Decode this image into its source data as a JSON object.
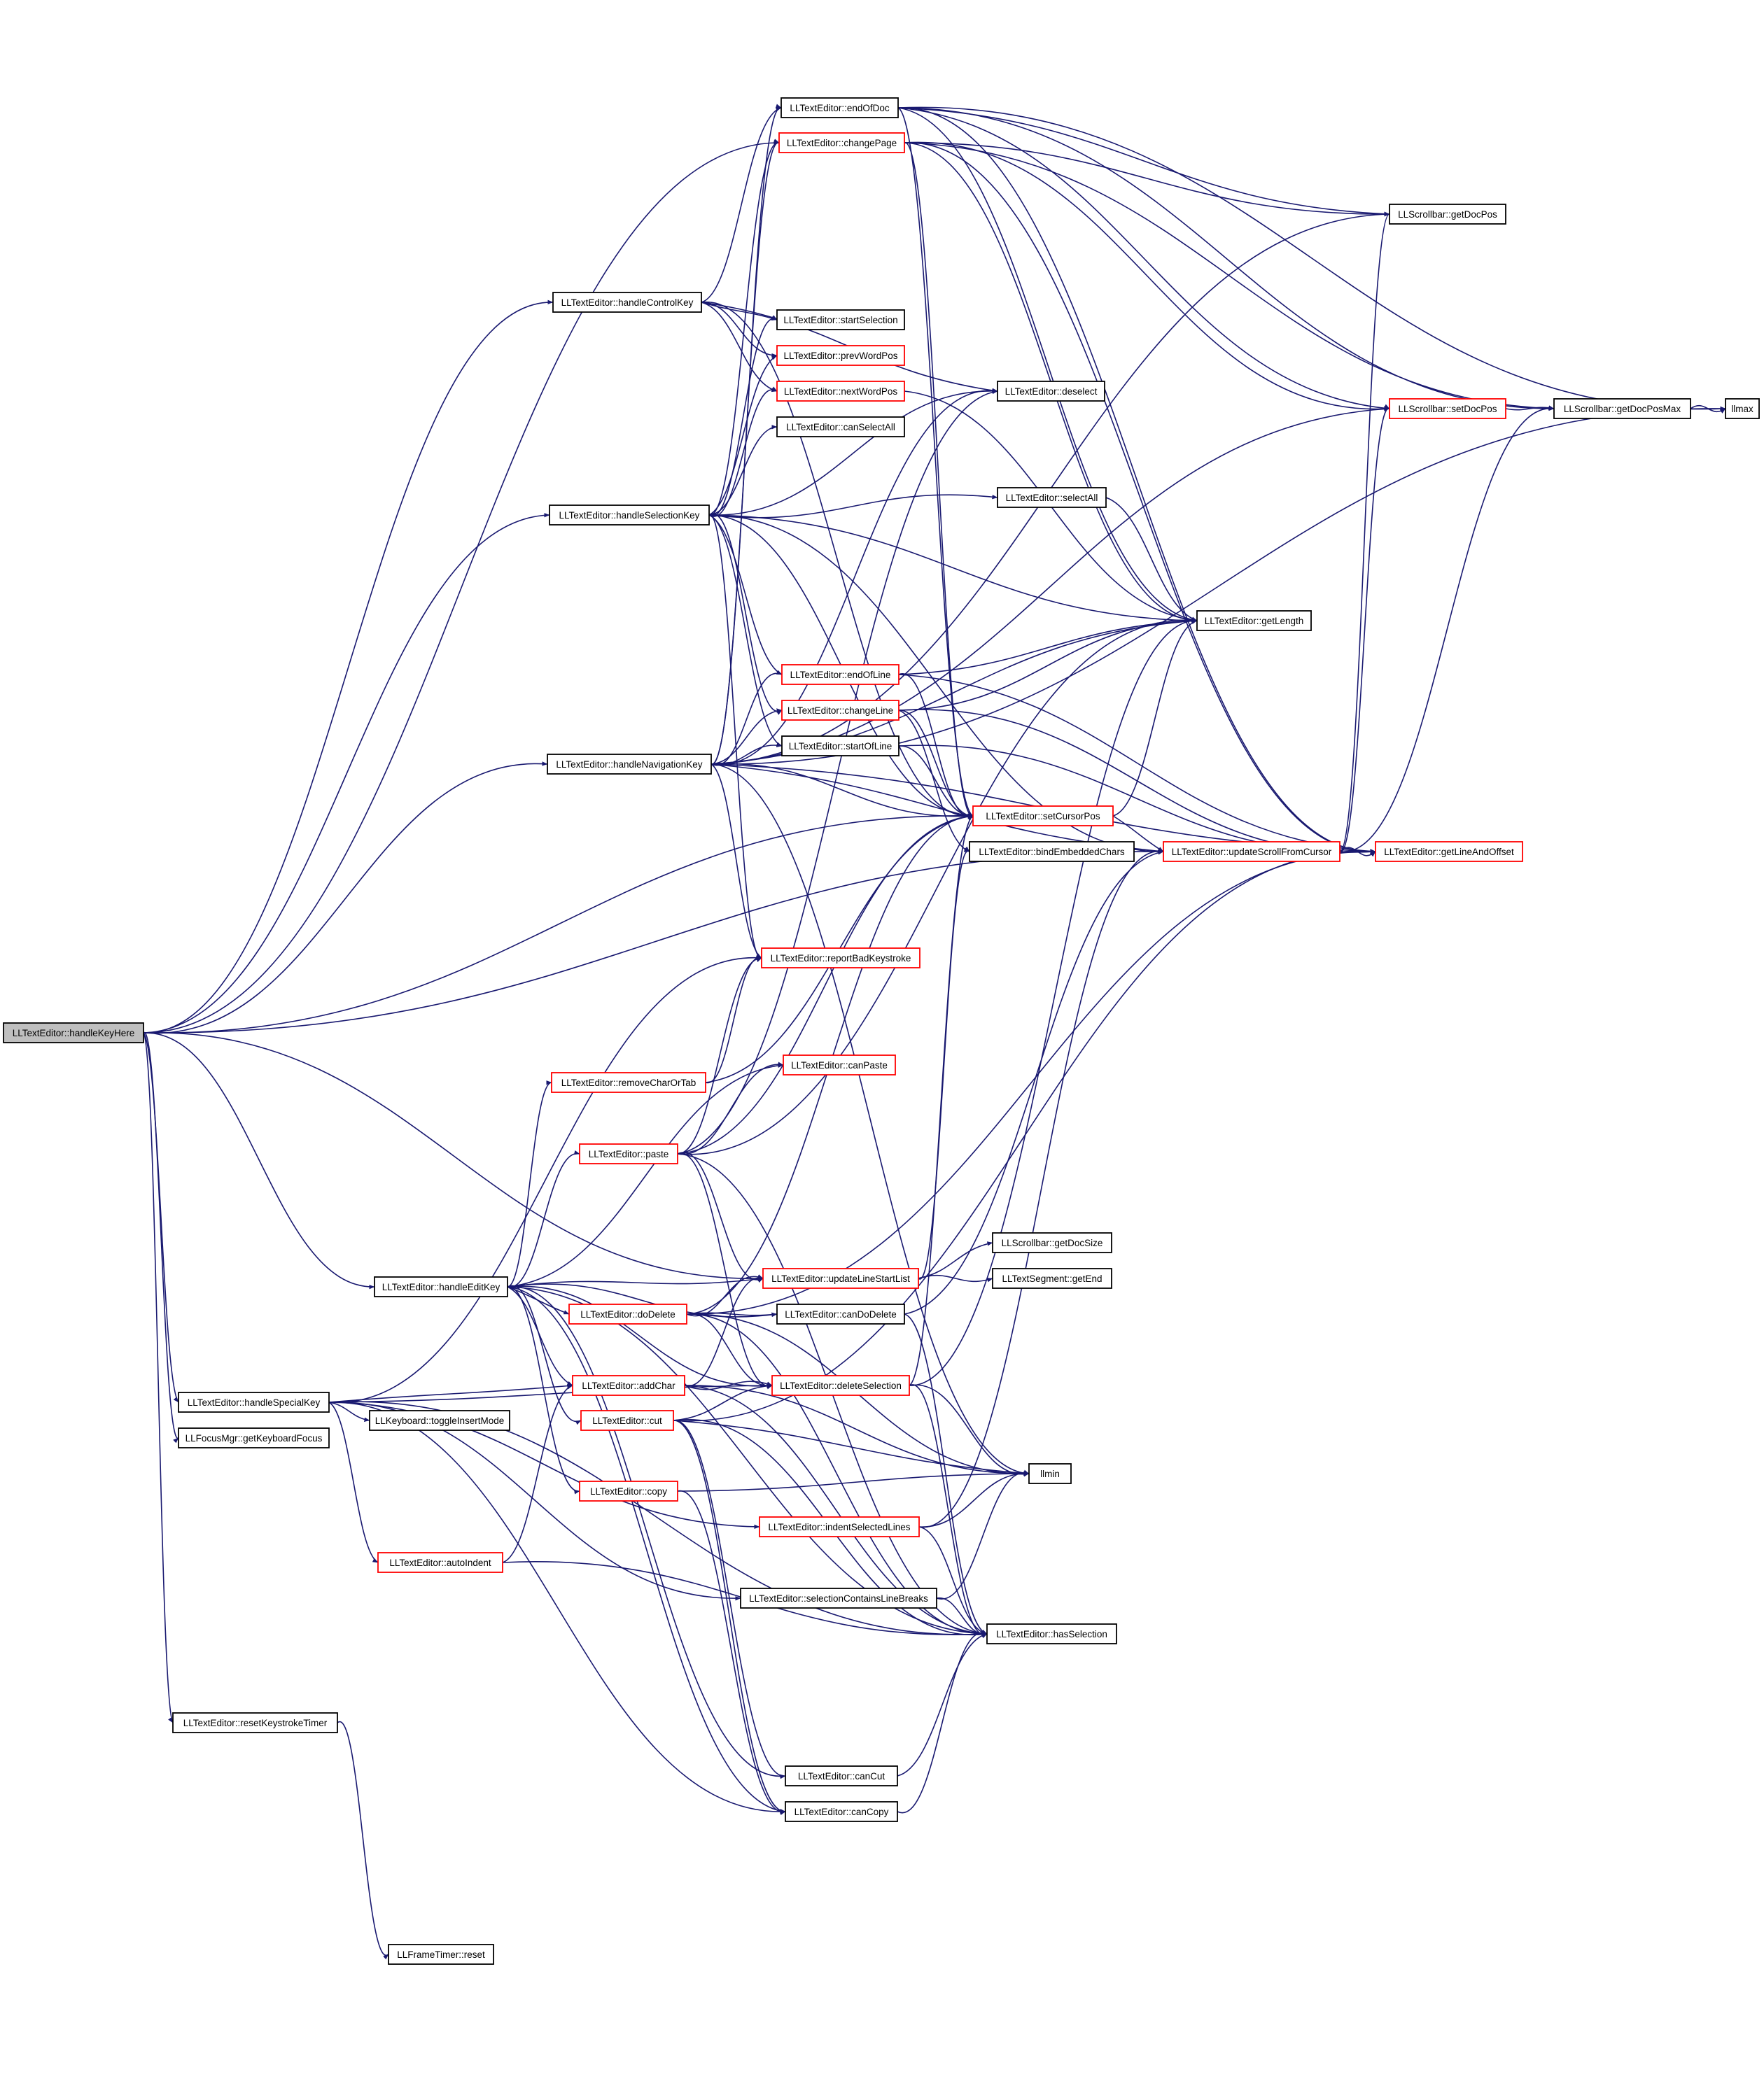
{
  "colors": {
    "edge": "#191970",
    "node_border_default": "#000000",
    "node_border_truncated": "#ff0000",
    "node_fill_default": "#ffffff",
    "node_fill_root": "#bfbfbf"
  },
  "nodes": [
    {
      "id": "handleKeyHere",
      "label": "LLTextEditor::handleKeyHere",
      "style": "root"
    },
    {
      "id": "endOfDoc",
      "label": "LLTextEditor::endOfDoc",
      "style": "normal"
    },
    {
      "id": "changePage",
      "label": "LLTextEditor::changePage",
      "style": "truncated"
    },
    {
      "id": "sbGetDocPos",
      "label": "LLScrollbar::getDocPos",
      "style": "normal"
    },
    {
      "id": "handleControlKey",
      "label": "LLTextEditor::handleControlKey",
      "style": "normal"
    },
    {
      "id": "startSelection",
      "label": "LLTextEditor::startSelection",
      "style": "normal"
    },
    {
      "id": "prevWordPos",
      "label": "LLTextEditor::prevWordPos",
      "style": "truncated"
    },
    {
      "id": "nextWordPos",
      "label": "LLTextEditor::nextWordPos",
      "style": "truncated"
    },
    {
      "id": "deselect",
      "label": "LLTextEditor::deselect",
      "style": "normal"
    },
    {
      "id": "sbSetDocPos",
      "label": "LLScrollbar::setDocPos",
      "style": "truncated"
    },
    {
      "id": "sbGetDocPosMax",
      "label": "LLScrollbar::getDocPosMax",
      "style": "normal"
    },
    {
      "id": "llmax",
      "label": "llmax",
      "style": "normal"
    },
    {
      "id": "canSelectAll",
      "label": "LLTextEditor::canSelectAll",
      "style": "normal"
    },
    {
      "id": "handleSelectionKey",
      "label": "LLTextEditor::handleSelectionKey",
      "style": "normal"
    },
    {
      "id": "selectAll",
      "label": "LLTextEditor::selectAll",
      "style": "normal"
    },
    {
      "id": "getLength",
      "label": "LLTextEditor::getLength",
      "style": "normal"
    },
    {
      "id": "endOfLine",
      "label": "LLTextEditor::endOfLine",
      "style": "truncated"
    },
    {
      "id": "changeLine",
      "label": "LLTextEditor::changeLine",
      "style": "truncated"
    },
    {
      "id": "startOfLine",
      "label": "LLTextEditor::startOfLine",
      "style": "normal"
    },
    {
      "id": "handleNavigationKey",
      "label": "LLTextEditor::handleNavigationKey",
      "style": "normal"
    },
    {
      "id": "setCursorPos",
      "label": "LLTextEditor::setCursorPos",
      "style": "truncated"
    },
    {
      "id": "bindEmbeddedChars",
      "label": "LLTextEditor::bindEmbeddedChars",
      "style": "normal"
    },
    {
      "id": "updateScrollFromCursor",
      "label": "LLTextEditor::updateScrollFromCursor",
      "style": "truncated"
    },
    {
      "id": "getLineAndOffset",
      "label": "LLTextEditor::getLineAndOffset",
      "style": "truncated"
    },
    {
      "id": "reportBadKeystroke",
      "label": "LLTextEditor::reportBadKeystroke",
      "style": "truncated"
    },
    {
      "id": "removeCharOrTab",
      "label": "LLTextEditor::removeCharOrTab",
      "style": "truncated"
    },
    {
      "id": "canPaste",
      "label": "LLTextEditor::canPaste",
      "style": "truncated"
    },
    {
      "id": "paste",
      "label": "LLTextEditor::paste",
      "style": "truncated"
    },
    {
      "id": "sbGetDocSize",
      "label": "LLScrollbar::getDocSize",
      "style": "normal"
    },
    {
      "id": "updateLineStartList",
      "label": "LLTextEditor::updateLineStartList",
      "style": "truncated"
    },
    {
      "id": "tsGetEnd",
      "label": "LLTextSegment::getEnd",
      "style": "normal"
    },
    {
      "id": "handleEditKey",
      "label": "LLTextEditor::handleEditKey",
      "style": "normal"
    },
    {
      "id": "doDelete",
      "label": "LLTextEditor::doDelete",
      "style": "truncated"
    },
    {
      "id": "canDoDelete",
      "label": "LLTextEditor::canDoDelete",
      "style": "normal"
    },
    {
      "id": "addChar",
      "label": "LLTextEditor::addChar",
      "style": "truncated"
    },
    {
      "id": "deleteSelection",
      "label": "LLTextEditor::deleteSelection",
      "style": "truncated"
    },
    {
      "id": "handleSpecialKey",
      "label": "LLTextEditor::handleSpecialKey",
      "style": "normal"
    },
    {
      "id": "cut",
      "label": "LLTextEditor::cut",
      "style": "truncated"
    },
    {
      "id": "toggleInsertMode",
      "label": "LLKeyboard::toggleInsertMode",
      "style": "normal"
    },
    {
      "id": "getKeyboardFocus",
      "label": "LLFocusMgr::getKeyboardFocus",
      "style": "normal"
    },
    {
      "id": "llmin",
      "label": "llmin",
      "style": "normal"
    },
    {
      "id": "copy",
      "label": "LLTextEditor::copy",
      "style": "truncated"
    },
    {
      "id": "indentSelectedLines",
      "label": "LLTextEditor::indentSelectedLines",
      "style": "truncated"
    },
    {
      "id": "autoIndent",
      "label": "LLTextEditor::autoIndent",
      "style": "truncated"
    },
    {
      "id": "selectionContainsLineBreaks",
      "label": "LLTextEditor::selectionContainsLineBreaks",
      "style": "normal"
    },
    {
      "id": "hasSelection",
      "label": "LLTextEditor::hasSelection",
      "style": "normal"
    },
    {
      "id": "resetKeystrokeTimer",
      "label": "LLTextEditor::resetKeystrokeTimer",
      "style": "normal"
    },
    {
      "id": "canCut",
      "label": "LLTextEditor::canCut",
      "style": "normal"
    },
    {
      "id": "canCopy",
      "label": "LLTextEditor::canCopy",
      "style": "normal"
    },
    {
      "id": "frameTimerReset",
      "label": "LLFrameTimer::reset",
      "style": "normal"
    }
  ],
  "edges": [
    [
      "handleKeyHere",
      "handleControlKey"
    ],
    [
      "handleKeyHere",
      "handleSelectionKey"
    ],
    [
      "handleKeyHere",
      "handleNavigationKey"
    ],
    [
      "handleKeyHere",
      "handleEditKey"
    ],
    [
      "handleKeyHere",
      "handleSpecialKey"
    ],
    [
      "handleKeyHere",
      "getKeyboardFocus"
    ],
    [
      "handleKeyHere",
      "resetKeystrokeTimer"
    ],
    [
      "handleKeyHere",
      "updateScrollFromCursor"
    ],
    [
      "handleKeyHere",
      "updateLineStartList"
    ],
    [
      "handleKeyHere",
      "setCursorPos"
    ],
    [
      "handleKeyHere",
      "changePage"
    ],
    [
      "endOfDoc",
      "sbGetDocPos"
    ],
    [
      "endOfDoc",
      "getLength"
    ],
    [
      "endOfDoc",
      "setCursorPos"
    ],
    [
      "endOfDoc",
      "getLineAndOffset"
    ],
    [
      "endOfDoc",
      "sbSetDocPos"
    ],
    [
      "endOfDoc",
      "sbGetDocPosMax"
    ],
    [
      "endOfDoc",
      "llmax"
    ],
    [
      "changePage",
      "sbGetDocPos"
    ],
    [
      "changePage",
      "sbSetDocPos"
    ],
    [
      "changePage",
      "sbGetDocPosMax"
    ],
    [
      "changePage",
      "setCursorPos"
    ],
    [
      "changePage",
      "getLength"
    ],
    [
      "changePage",
      "getLineAndOffset"
    ],
    [
      "handleControlKey",
      "startSelection"
    ],
    [
      "handleControlKey",
      "prevWordPos"
    ],
    [
      "handleControlKey",
      "nextWordPos"
    ],
    [
      "handleControlKey",
      "deselect"
    ],
    [
      "handleControlKey",
      "endOfDoc"
    ],
    [
      "handleControlKey",
      "setCursorPos"
    ],
    [
      "nextWordPos",
      "getLength"
    ],
    [
      "handleSelectionKey",
      "startSelection"
    ],
    [
      "handleSelectionKey",
      "prevWordPos"
    ],
    [
      "handleSelectionKey",
      "nextWordPos"
    ],
    [
      "handleSelectionKey",
      "canSelectAll"
    ],
    [
      "handleSelectionKey",
      "selectAll"
    ],
    [
      "handleSelectionKey",
      "getLength"
    ],
    [
      "handleSelectionKey",
      "endOfLine"
    ],
    [
      "handleSelectionKey",
      "changeLine"
    ],
    [
      "handleSelectionKey",
      "startOfLine"
    ],
    [
      "handleSelectionKey",
      "changePage"
    ],
    [
      "handleSelectionKey",
      "setCursorPos"
    ],
    [
      "handleSelectionKey",
      "reportBadKeystroke"
    ],
    [
      "handleSelectionKey",
      "updateScrollFromCursor"
    ],
    [
      "handleSelectionKey",
      "deselect"
    ],
    [
      "selectAll",
      "getLength"
    ],
    [
      "endOfLine",
      "getLength"
    ],
    [
      "endOfLine",
      "setCursorPos"
    ],
    [
      "endOfLine",
      "getLineAndOffset"
    ],
    [
      "changeLine",
      "getLength"
    ],
    [
      "changeLine",
      "setCursorPos"
    ],
    [
      "changeLine",
      "bindEmbeddedChars"
    ],
    [
      "changeLine",
      "getLineAndOffset"
    ],
    [
      "startOfLine",
      "setCursorPos"
    ],
    [
      "startOfLine",
      "getLineAndOffset"
    ],
    [
      "handleNavigationKey",
      "endOfLine"
    ],
    [
      "handleNavigationKey",
      "changeLine"
    ],
    [
      "handleNavigationKey",
      "startOfLine"
    ],
    [
      "handleNavigationKey",
      "setCursorPos"
    ],
    [
      "handleNavigationKey",
      "getLength"
    ],
    [
      "handleNavigationKey",
      "changePage"
    ],
    [
      "handleNavigationKey",
      "endOfDoc"
    ],
    [
      "handleNavigationKey",
      "deselect"
    ],
    [
      "handleNavigationKey",
      "reportBadKeystroke"
    ],
    [
      "handleNavigationKey",
      "updateScrollFromCursor"
    ],
    [
      "handleNavigationKey",
      "getLineAndOffset"
    ],
    [
      "handleNavigationKey",
      "llmax"
    ],
    [
      "handleNavigationKey",
      "sbGetDocPos"
    ],
    [
      "handleNavigationKey",
      "sbSetDocPos"
    ],
    [
      "handleNavigationKey",
      "llmin"
    ],
    [
      "setCursorPos",
      "getLength"
    ],
    [
      "setCursorPos",
      "updateScrollFromCursor"
    ],
    [
      "updateScrollFromCursor",
      "getLineAndOffset"
    ],
    [
      "updateScrollFromCursor",
      "sbGetDocPos"
    ],
    [
      "updateScrollFromCursor",
      "sbSetDocPos"
    ],
    [
      "updateScrollFromCursor",
      "sbGetDocPosMax"
    ],
    [
      "sbSetDocPos",
      "sbGetDocPosMax"
    ],
    [
      "sbGetDocPosMax",
      "llmax"
    ],
    [
      "removeCharOrTab",
      "reportBadKeystroke"
    ],
    [
      "removeCharOrTab",
      "setCursorPos"
    ],
    [
      "paste",
      "canPaste"
    ],
    [
      "paste",
      "reportBadKeystroke"
    ],
    [
      "paste",
      "deleteSelection"
    ],
    [
      "paste",
      "setCursorPos"
    ],
    [
      "paste",
      "updateLineStartList"
    ],
    [
      "paste",
      "getLength"
    ],
    [
      "paste",
      "hasSelection"
    ],
    [
      "paste",
      "deselect"
    ],
    [
      "updateLineStartList",
      "sbGetDocSize"
    ],
    [
      "updateLineStartList",
      "tsGetEnd"
    ],
    [
      "updateLineStartList",
      "bindEmbeddedChars"
    ],
    [
      "handleEditKey",
      "doDelete"
    ],
    [
      "handleEditKey",
      "canDoDelete"
    ],
    [
      "handleEditKey",
      "removeCharOrTab"
    ],
    [
      "handleEditKey",
      "paste"
    ],
    [
      "handleEditKey",
      "addChar"
    ],
    [
      "handleEditKey",
      "cut"
    ],
    [
      "handleEditKey",
      "copy"
    ],
    [
      "handleEditKey",
      "canCut"
    ],
    [
      "handleEditKey",
      "canCopy"
    ],
    [
      "handleEditKey",
      "deleteSelection"
    ],
    [
      "handleEditKey",
      "hasSelection"
    ],
    [
      "handleEditKey",
      "updateLineStartList"
    ],
    [
      "handleEditKey",
      "canPaste"
    ],
    [
      "doDelete",
      "canDoDelete"
    ],
    [
      "doDelete",
      "deleteSelection"
    ],
    [
      "doDelete",
      "updateLineStartList"
    ],
    [
      "doDelete",
      "setCursorPos"
    ],
    [
      "doDelete",
      "getLineAndOffset"
    ],
    [
      "doDelete",
      "hasSelection"
    ],
    [
      "doDelete",
      "llmin"
    ],
    [
      "canDoDelete",
      "hasSelection"
    ],
    [
      "canDoDelete",
      "updateScrollFromCursor"
    ],
    [
      "addChar",
      "deleteSelection"
    ],
    [
      "addChar",
      "updateLineStartList"
    ],
    [
      "addChar",
      "hasSelection"
    ],
    [
      "addChar",
      "llmin"
    ],
    [
      "deleteSelection",
      "llmin"
    ],
    [
      "deleteSelection",
      "hasSelection"
    ],
    [
      "deleteSelection",
      "setCursorPos"
    ],
    [
      "deleteSelection",
      "getLength"
    ],
    [
      "handleSpecialKey",
      "addChar"
    ],
    [
      "handleSpecialKey",
      "toggleInsertMode"
    ],
    [
      "handleSpecialKey",
      "autoIndent"
    ],
    [
      "handleSpecialKey",
      "indentSelectedLines"
    ],
    [
      "handleSpecialKey",
      "selectionContainsLineBreaks"
    ],
    [
      "handleSpecialKey",
      "deleteSelection"
    ],
    [
      "handleSpecialKey",
      "hasSelection"
    ],
    [
      "handleSpecialKey",
      "canCopy"
    ],
    [
      "handleSpecialKey",
      "reportBadKeystroke"
    ],
    [
      "cut",
      "deleteSelection"
    ],
    [
      "cut",
      "canCut"
    ],
    [
      "cut",
      "canCopy"
    ],
    [
      "cut",
      "llmin"
    ],
    [
      "cut",
      "hasSelection"
    ],
    [
      "cut",
      "getLineAndOffset"
    ],
    [
      "copy",
      "llmin"
    ],
    [
      "copy",
      "canCopy"
    ],
    [
      "indentSelectedLines",
      "llmin"
    ],
    [
      "indentSelectedLines",
      "hasSelection"
    ],
    [
      "indentSelectedLines",
      "updateScrollFromCursor"
    ],
    [
      "autoIndent",
      "addChar"
    ],
    [
      "autoIndent",
      "hasSelection"
    ],
    [
      "selectionContainsLineBreaks",
      "hasSelection"
    ],
    [
      "selectionContainsLineBreaks",
      "llmin"
    ],
    [
      "canCut",
      "hasSelection"
    ],
    [
      "canCopy",
      "hasSelection"
    ],
    [
      "resetKeystrokeTimer",
      "frameTimerReset"
    ]
  ]
}
